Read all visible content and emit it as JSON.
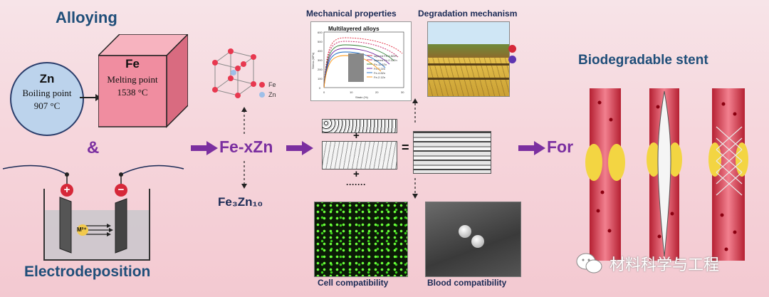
{
  "left": {
    "alloying_title": "Alloying",
    "zn": {
      "symbol": "Zn",
      "prop_label": "Boiling point",
      "value": "907 °C"
    },
    "fe": {
      "symbol": "Fe",
      "prop_label": "Melting point",
      "value": "1538 °C"
    },
    "ampersand": "&",
    "electrodeposition_title": "Electrodeposition",
    "plus_sign": "+",
    "minus_sign": "−",
    "ion_label": "M²⁺"
  },
  "middle": {
    "crystal_legend": [
      {
        "label": "Fe",
        "color": "#e8384f"
      },
      {
        "label": "Zn",
        "color": "#9fbfe8"
      }
    ],
    "alloy_label": "Fe-xZn",
    "phase_label": "Fe₃Zn₁₀",
    "for_label": "For",
    "plus_1": "+",
    "plus_2": "+",
    "dots": "·······",
    "equals": "="
  },
  "panels": {
    "mechanical_title": "Mechanical properties",
    "degradation_title": "Degradation mechanism",
    "cell_title": "Cell compatibility",
    "blood_title": "Blood compatibility",
    "chart_inner_title": "Multilayered alloys",
    "chart_xlabel": "Strain (%)",
    "chart_ylabel": "Stress (MPa)",
    "chart_yticks": [
      "600",
      "500",
      "400",
      "300",
      "200",
      "100",
      "0"
    ],
    "chart_xticks": [
      "0",
      "10",
      "20",
      "30"
    ],
    "chart_legend": [
      "layered Fe-4.82Zn",
      "layered Fe-2.12Zn",
      "Fe-11.6Zn",
      "Fe-7.2Zn",
      "Fe-4.8Zn",
      "Fe-2.1Zn"
    ],
    "chart_colors": [
      "#e0263a",
      "#c2185b",
      "#2e7d32",
      "#6a1b9a",
      "#1565c0",
      "#ff8f00"
    ]
  },
  "right": {
    "stent_title": "Biodegradable stent"
  },
  "watermark": {
    "text": "材料科学与工程"
  },
  "colors": {
    "accent_purple": "#7b2fa0",
    "title_blue": "#1f4e79",
    "fe_box": "#f08da0"
  }
}
